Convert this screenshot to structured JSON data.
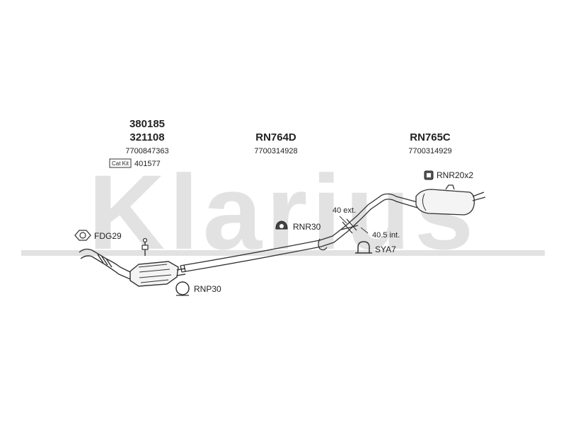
{
  "watermark": {
    "text": "Klarius",
    "color": "#e2e2e2"
  },
  "groups": [
    {
      "part_numbers": [
        "380185",
        "321108"
      ],
      "oem": "7700847363",
      "catkit_label": "Cat Kit",
      "catkit_ref": "401577"
    },
    {
      "part_numbers": [
        "RN764D"
      ],
      "oem": "7700314928"
    },
    {
      "part_numbers": [
        "RN765C"
      ],
      "oem": "7700314929"
    }
  ],
  "fittings": {
    "fdg": "FDG29",
    "rnp": "RNP30",
    "rnr30": "RNR30",
    "sya": "SYA7",
    "rnr20": "RNR20x2"
  },
  "notes": {
    "ext": "40 ext.",
    "int": "40.5 int."
  },
  "colors": {
    "line": "#333333",
    "text": "#222222"
  }
}
